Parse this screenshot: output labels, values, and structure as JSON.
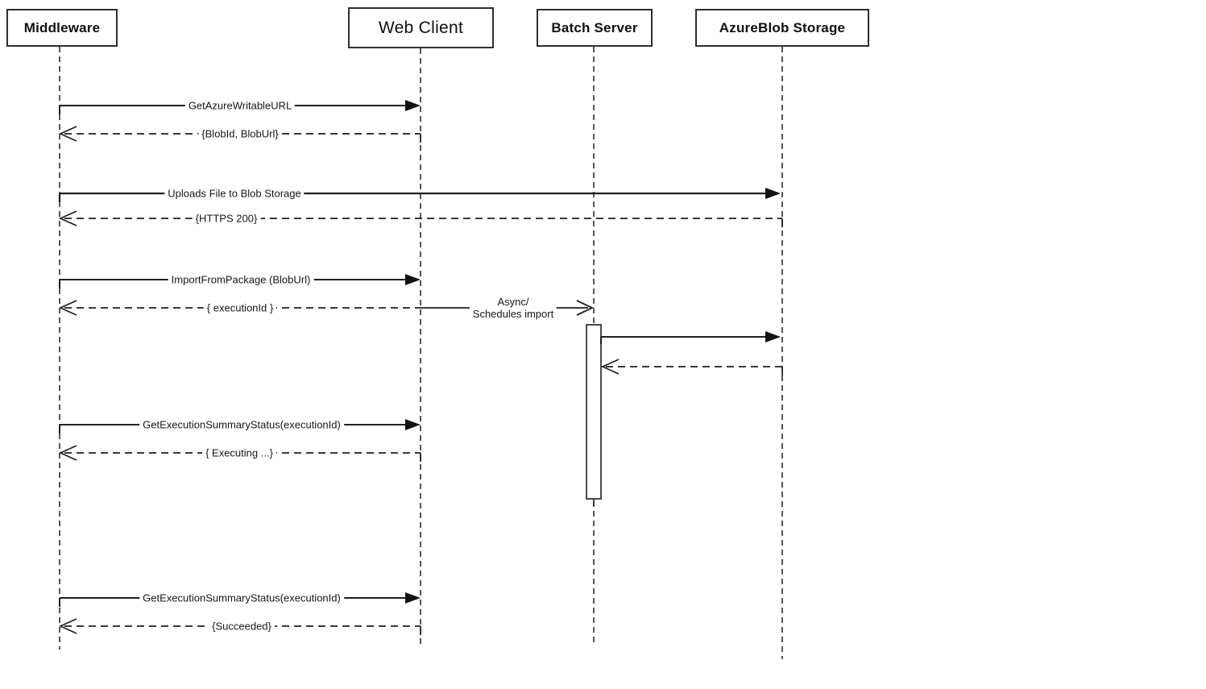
{
  "diagram": {
    "type": "uml-sequence-diagram",
    "colors": {
      "line": "#1f1f1f",
      "background": "#ffffff",
      "text": "#161616"
    },
    "actors": [
      {
        "name": "Middleware"
      },
      {
        "name": "Web Client"
      },
      {
        "name": "Batch Server"
      },
      {
        "name": "AzureBlob Storage"
      }
    ],
    "messages": [
      {
        "label": "GetAzureWritableURL",
        "from": "Middleware",
        "to": "Web Client",
        "style": "solid-filled-arrow"
      },
      {
        "label": "{BlobId, BlobUrl}",
        "from": "Web Client",
        "to": "Middleware",
        "style": "dashed-open-arrow"
      },
      {
        "label": "Uploads File to Blob Storage",
        "from": "Middleware",
        "to": "AzureBlob Storage",
        "style": "solid-filled-arrow"
      },
      {
        "label": "{HTTPS 200}",
        "from": "AzureBlob Storage",
        "to": "Middleware",
        "style": "dashed-open-arrow"
      },
      {
        "label": "ImportFromPackage (BlobUrl)",
        "from": "Middleware",
        "to": "Web Client",
        "style": "solid-filled-arrow"
      },
      {
        "label": "{ executionId }",
        "from": "Web Client",
        "to": "Middleware",
        "style": "dashed-open-arrow"
      },
      {
        "label_line1": "Async/",
        "label_line2": "Schedules import",
        "from": "Web Client",
        "to": "Batch Server",
        "style": "solid-open-arrow"
      },
      {
        "label": "",
        "from": "Batch Server",
        "to": "AzureBlob Storage",
        "style": "solid-filled-arrow"
      },
      {
        "label": "",
        "from": "AzureBlob Storage",
        "to": "Batch Server",
        "style": "dashed-open-arrow"
      },
      {
        "label": "GetExecutionSummaryStatus(executionId)",
        "from": "Middleware",
        "to": "Web Client",
        "style": "solid-filled-arrow"
      },
      {
        "label": "{ Executing ...}",
        "from": "Web Client",
        "to": "Middleware",
        "style": "dashed-open-arrow"
      },
      {
        "label": "GetExecutionSummaryStatus(executionId)",
        "from": "Middleware",
        "to": "Web Client",
        "style": "solid-filled-arrow"
      },
      {
        "label": "{Succeeded}",
        "from": "Web Client",
        "to": "Middleware",
        "style": "dashed-open-arrow"
      }
    ],
    "activation": {
      "lifeline": "Batch Server",
      "note": "activation bar during import execution"
    }
  }
}
